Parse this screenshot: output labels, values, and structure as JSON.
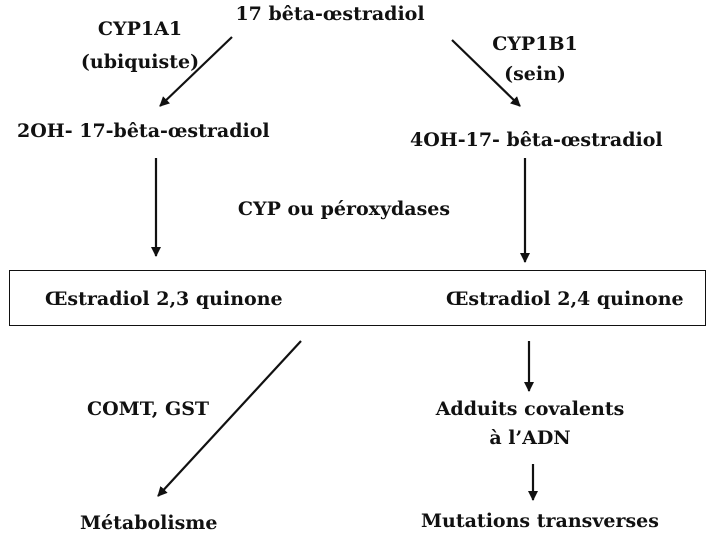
{
  "nodes": {
    "top": "17 bêta-œstradiol",
    "left_enzyme_name": "CYP1A1",
    "left_enzyme_note": "(ubiquiste)",
    "right_enzyme_name": "CYP1B1",
    "right_enzyme_note": "(sein)",
    "left_metabolite": "2OH- 17-bêta-œstradiol",
    "right_metabolite": "4OH-17- bêta-œstradiol",
    "middle_enzyme": "CYP ou péroxydases",
    "left_quinone": "Œstradiol  2,3 quinone",
    "right_quinone": "Œstradiol  2,4 quinone",
    "left_enzyme_bottom": "COMT, GST",
    "left_outcome": "Métabolisme",
    "right_adducts_line1": "Adduits covalents",
    "right_adducts_line2": "à l’ADN",
    "right_outcome": "Mutations transverses"
  },
  "edges": [
    {
      "from": "17 bêta-œstradiol",
      "to": "2OH- 17-bêta-œstradiol",
      "label": "CYP1A1 (ubiquiste)"
    },
    {
      "from": "17 bêta-œstradiol",
      "to": "4OH-17- bêta-œstradiol",
      "label": "CYP1B1 (sein)"
    },
    {
      "from": "2OH- 17-bêta-œstradiol",
      "to": "Œstradiol  2,3 quinone",
      "label": "CYP ou péroxydases"
    },
    {
      "from": "4OH-17- bêta-œstradiol",
      "to": "Œstradiol  2,4 quinone",
      "label": "CYP ou péroxydases"
    },
    {
      "from": "Œstradiol  2,3 quinone",
      "to": "Métabolisme",
      "label": "COMT, GST"
    },
    {
      "from": "Œstradiol  2,4 quinone",
      "to": "Adduits covalents à l’ADN",
      "label": ""
    },
    {
      "from": "Adduits covalents à l’ADN",
      "to": "Mutations transverses",
      "label": ""
    }
  ],
  "colors": {
    "ink": "#111111",
    "background": "#ffffff"
  }
}
